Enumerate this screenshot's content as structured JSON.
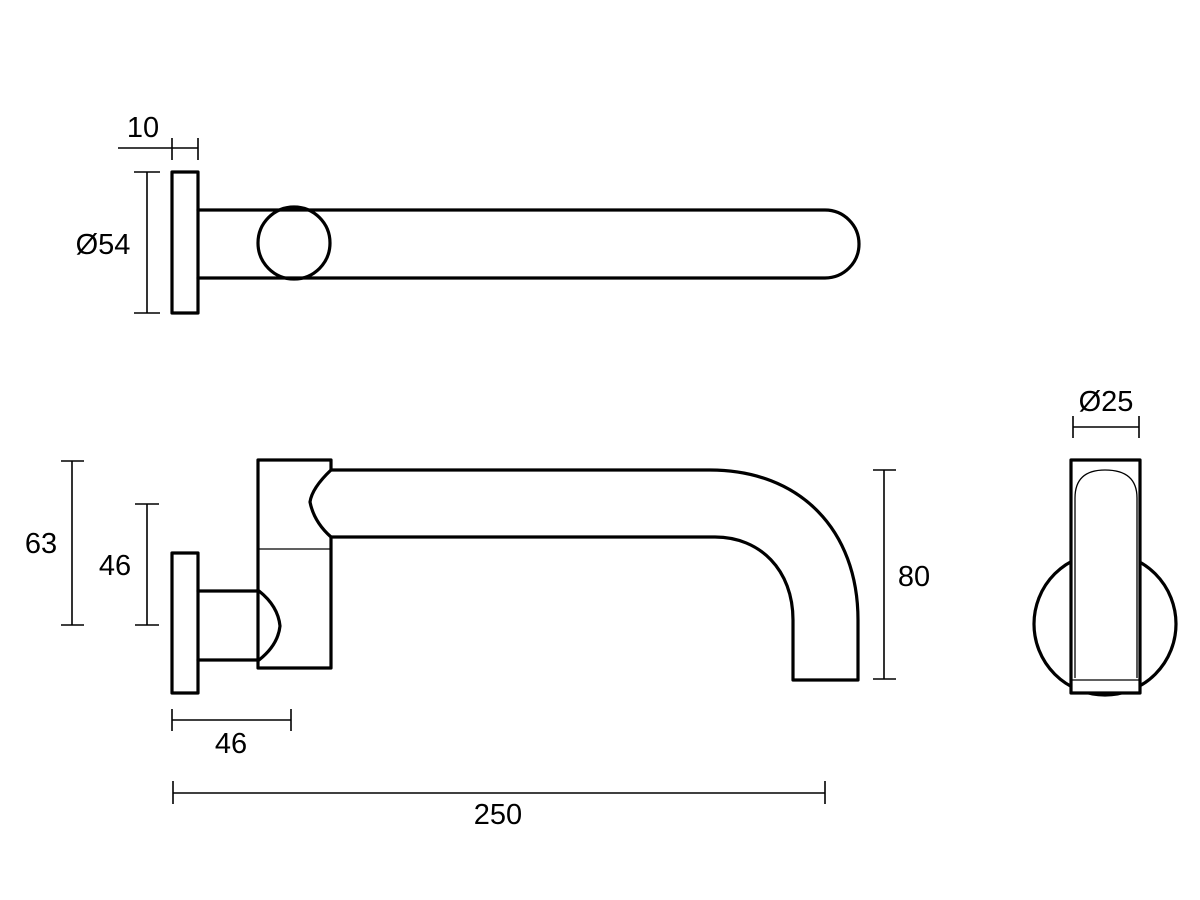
{
  "diagram": {
    "views": [
      "top-view",
      "side-view",
      "end-view"
    ],
    "dimensions": {
      "flange_thickness": "10",
      "flange_diameter": "Ø54",
      "overall_height": "63",
      "inlet_height": "46",
      "flange_to_body": "46",
      "overall_length": "250",
      "spout_drop": "80",
      "spout_diameter": "Ø25"
    }
  }
}
